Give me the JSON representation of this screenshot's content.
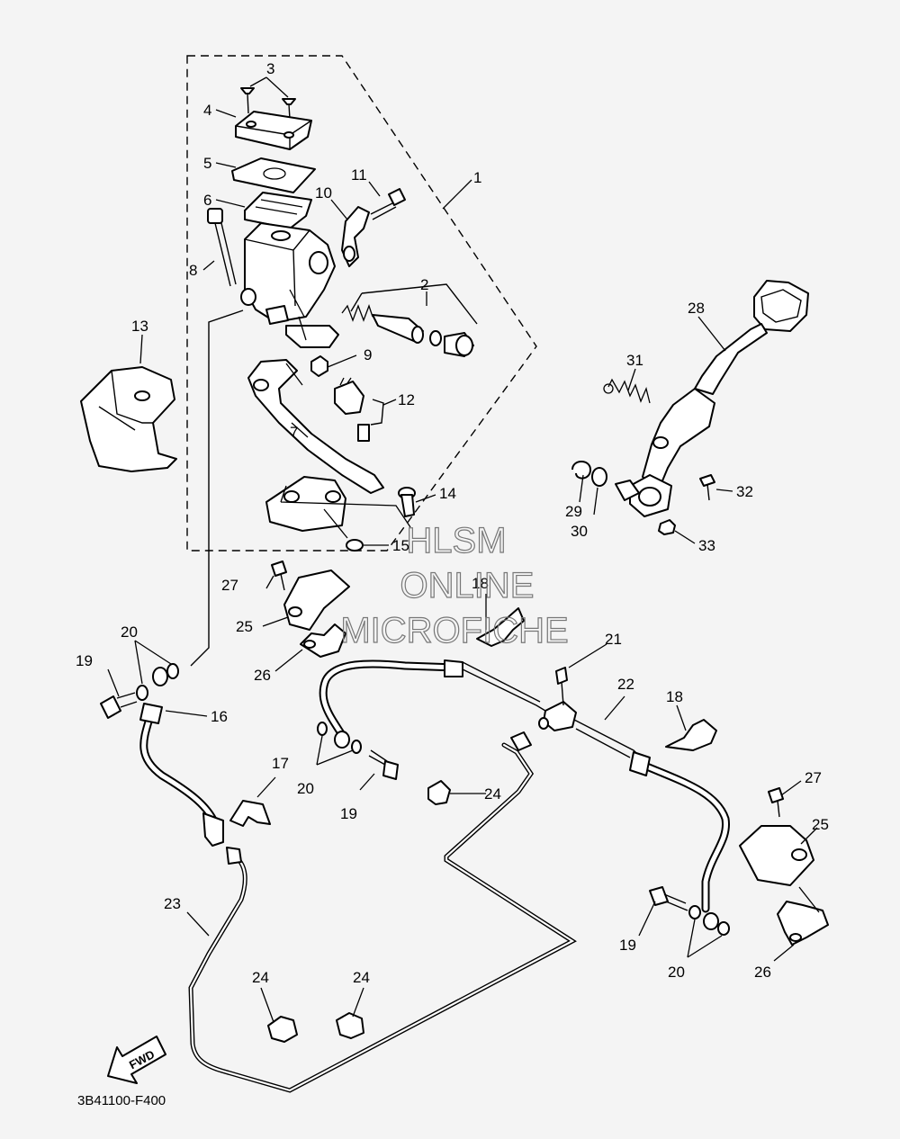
{
  "callouts": [
    "1",
    "2",
    "3",
    "4",
    "5",
    "6",
    "7",
    "8",
    "9",
    "10",
    "11",
    "12",
    "13",
    "14",
    "15",
    "16",
    "17",
    "18",
    "19",
    "20",
    "21",
    "22",
    "23",
    "24",
    "25",
    "26",
    "27",
    "28",
    "29",
    "30",
    "31",
    "32",
    "33"
  ],
  "repeats": {
    "n18b": "18",
    "n19b": "19",
    "n19c": "19",
    "n20b": "20",
    "n20c": "20",
    "n24b": "24",
    "n24c": "24",
    "n25b": "25",
    "n26b": "26",
    "n27b": "27"
  },
  "watermark": {
    "line1": "HLSM",
    "line2": "ONLINE",
    "line3": "MICROFICHE"
  },
  "fwd_label": "FWD",
  "diagram_code": "3B41100-F400"
}
